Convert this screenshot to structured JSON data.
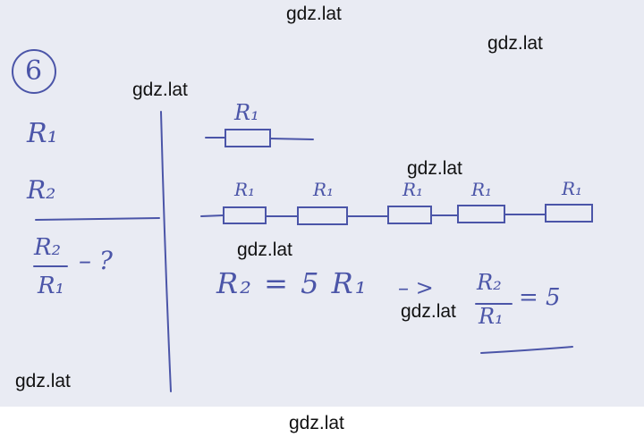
{
  "watermarks": [
    "gdz.lat",
    "gdz.lat",
    "gdz.lat",
    "gdz.lat",
    "gdz.lat",
    "gdz.lat",
    "gdz.lat",
    "gdz.lat"
  ],
  "problem_number": "6",
  "given": {
    "r1": "R₁",
    "r2": "R₂",
    "find_num": "R₂",
    "find_den": "R₁",
    "find_q": "– ?"
  },
  "circuit": {
    "single_label": "R₁",
    "series_labels": [
      "R₁",
      "R₁",
      "R₁",
      "R₁",
      "R₁"
    ]
  },
  "solution": {
    "equation": "R₂ = 5 R₁",
    "arrow": "– >",
    "ratio_num": "R₂",
    "ratio_den": "R₁",
    "ratio_value": "= 5"
  },
  "colors": {
    "ink": "#4b55a8",
    "paper": "#e9ebf3"
  }
}
